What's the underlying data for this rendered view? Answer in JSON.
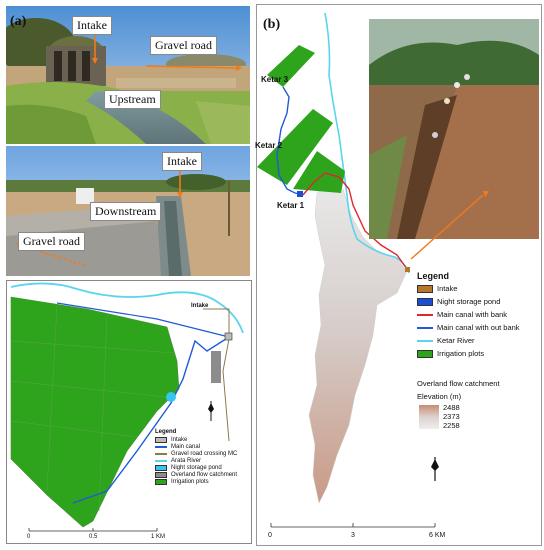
{
  "panel_a": {
    "letter": "(a)",
    "photo_top": {
      "labels": {
        "intake": "Intake",
        "gravel_road": "Gravel road",
        "upstream": "Upstream"
      }
    },
    "photo_bottom": {
      "labels": {
        "intake": "Intake",
        "downstream": "Downstream",
        "gravel_road": "Gravel road"
      }
    },
    "map": {
      "intake_label": "Intake",
      "legend": {
        "title": "Legend",
        "items": [
          {
            "label": "Intake",
            "color": "#bbbbbb"
          },
          {
            "label": "Main canal",
            "color": "#1f5bd6"
          },
          {
            "label": "Gravel road crossing MC",
            "color": "#8b7a4a"
          },
          {
            "label": "Arata River",
            "color": "#5bd4ee"
          },
          {
            "label": "Night storage pond",
            "color": "#35c6ef"
          },
          {
            "label": "Overland flow catchment",
            "color": "#8c8c8c"
          },
          {
            "label": "Irrigation plots",
            "color": "#2ea31c"
          }
        ]
      },
      "scale": {
        "ticks": [
          "0",
          "0.5",
          "1 KM"
        ]
      }
    }
  },
  "panel_b": {
    "letter": "(b)",
    "plots": [
      "Ketar 3",
      "Ketar 2",
      "Ketar 1"
    ],
    "legend": {
      "title": "Legend",
      "items": [
        {
          "label": "Intake",
          "color": "#b5772b"
        },
        {
          "label": "Night storage pond",
          "color": "#1b4fd8"
        },
        {
          "label": "Main canal with bank",
          "color": "#e0262a"
        },
        {
          "label": "Main canal with out bank",
          "color": "#1f5bd6"
        },
        {
          "label": "Ketar River",
          "color": "#5bd4ee"
        },
        {
          "label": "Irrigation plots",
          "color": "#2ea31c"
        }
      ],
      "catchment_title": "Overland flow catchment",
      "elevation_title": "Elevation (m)",
      "elevation_values": [
        "2488",
        "2373",
        "2258"
      ]
    },
    "scale": {
      "ticks": [
        "0",
        "3",
        "6 KM"
      ]
    }
  },
  "colors": {
    "plot_green": "#2ea31c",
    "canal_blue": "#1f5bd6",
    "river_cyan": "#5bd4ee",
    "canal_red": "#e0262a",
    "arrow_orange": "#f07a1c"
  }
}
